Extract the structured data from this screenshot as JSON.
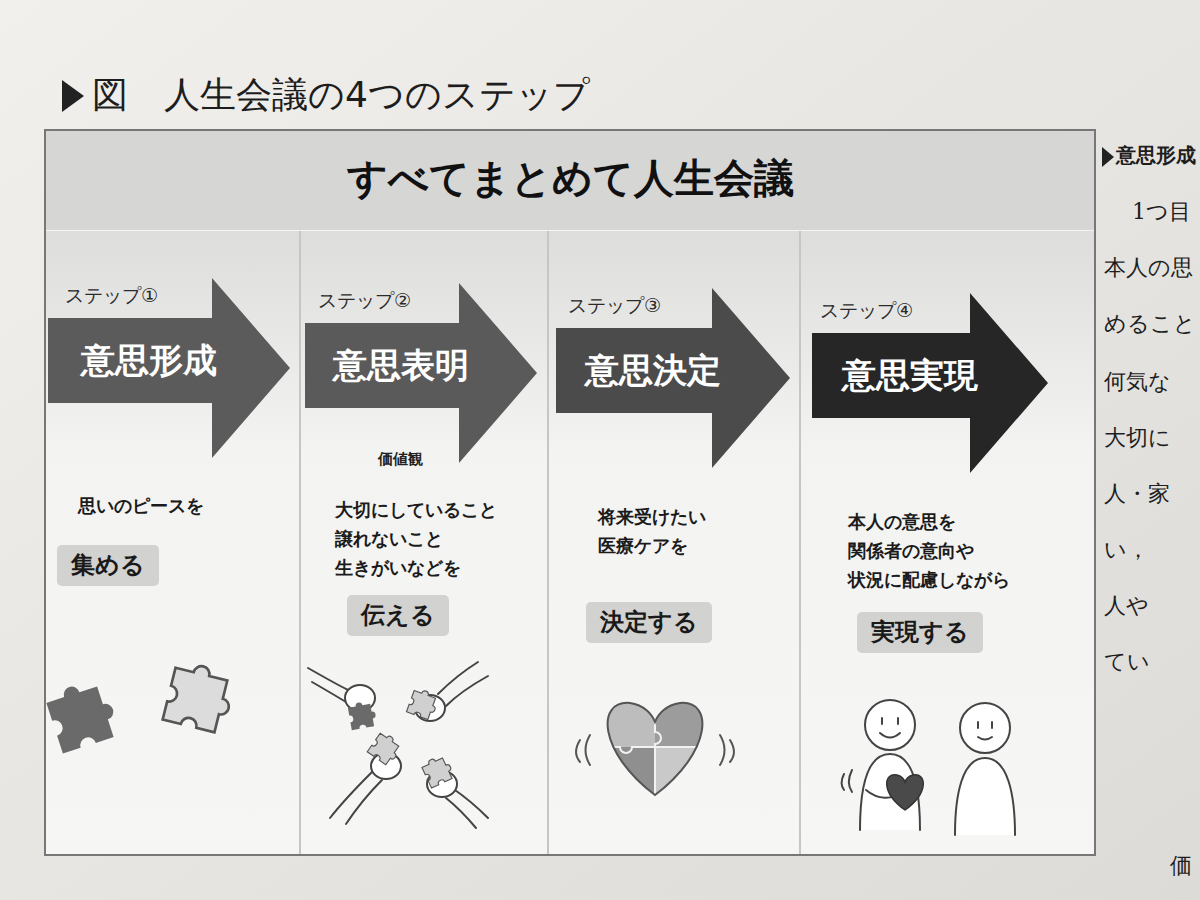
{
  "diagram": {
    "title": "図　人生会議の4つのステップ",
    "nodes": [
      {
        "text": [
          "すべてまとめて人生会議"
        ]
      },
      {
        "text": [
          "ステップ①",
          "思いのピースを"
        ],
        "in": 0
      },
      {
        "text": [
          "意思形成"
        ],
        "in": 1
      },
      {
        "text": [
          "集める"
        ],
        "in": 1
      },
      {
        "text": [
          "ステップ②",
          "価値観",
          "大切にしていること 譲れないこと 生きがいなどを"
        ],
        "in": 0
      },
      {
        "text": [
          "意思表明"
        ],
        "in": 4
      },
      {
        "text": [
          "伝える"
        ],
        "in": 4
      },
      {
        "text": [
          "ステップ③",
          "将来受けたい 医療ケアを"
        ],
        "in": 0
      },
      {
        "text": [
          "意思決定"
        ],
        "in": 7
      },
      {
        "text": [
          "決定する"
        ],
        "in": 7
      },
      {
        "text": [
          "ステップ④",
          "本人の意思を 関係者の意向や 状況に配慮しながら"
        ],
        "in": 0
      },
      {
        "text": [
          "意思実現"
        ],
        "in": 10
      },
      {
        "text": [
          "実現する"
        ],
        "in": 10
      }
    ],
    "labels": [
      "意思形成",
      "1つ目",
      "本人の思",
      "めること",
      "何気な",
      "大切に",
      "人・家",
      "い，",
      "人や",
      "てい",
      "価"
    ]
  }
}
